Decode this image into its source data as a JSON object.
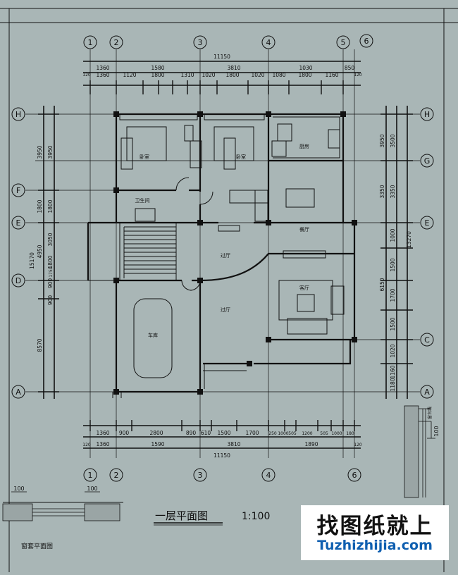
{
  "drawing": {
    "title": "一层平面图",
    "scale": "1:100",
    "detail_title": "窗套平面图",
    "detail_dims": [
      "100",
      "100"
    ],
    "detail_right_dims": [
      "100"
    ],
    "total_width": "11150",
    "top_dims_row1": [
      "1360",
      "1580",
      "3810",
      "1030",
      "850"
    ],
    "top_dims_row2": [
      "1360",
      "1120",
      "1800",
      "1310",
      "1020",
      "1800",
      "1020",
      "1080",
      "1800",
      "1160"
    ],
    "top_edge_marks": [
      "120",
      "120"
    ],
    "bottom_dims_row1": [
      "1360",
      "900",
      "2800",
      "890",
      "610",
      "1500",
      "1700",
      "250",
      "1000",
      "505",
      "1200",
      "505",
      "1000",
      "180"
    ],
    "bottom_dims_row2": [
      "1360",
      "1590",
      "3810",
      "1890"
    ],
    "bottom_edge_marks": [
      "120",
      "120"
    ],
    "left_total": "15170",
    "left_dims_a": [
      "3950",
      "1800",
      "4950",
      "8570"
    ],
    "left_dims_b": [
      "3950",
      "1800",
      "3050",
      "1800",
      "900",
      "1750",
      "900"
    ],
    "right_total": "13270",
    "right_dims_a": [
      "3950",
      "3350",
      "6150"
    ],
    "right_dims_b": [
      "3500",
      "3350",
      "1000",
      "1500",
      "1700",
      "1500",
      "1020",
      "1160",
      "1180"
    ],
    "col_axes": [
      "1",
      "2",
      "3",
      "4",
      "5",
      "6"
    ],
    "row_axes": [
      "H",
      "G",
      "F",
      "E",
      "D",
      "C",
      "A"
    ],
    "rooms": {
      "bedroom1": "卧室",
      "bedroom2": "卧室",
      "kitchen": "厨房",
      "bath": "卫生间",
      "dining": "餐厅",
      "hall1": "过厅",
      "hall2": "过厅",
      "living": "客厅",
      "garage": "车库"
    },
    "right_notes": [
      "窗台线"
    ]
  },
  "watermark": {
    "cn": "找图纸就上",
    "en": "Tuzhizhijia.com"
  },
  "colors": {
    "background": "#a9b6b6",
    "line": "#111111",
    "wall": "#222222"
  }
}
